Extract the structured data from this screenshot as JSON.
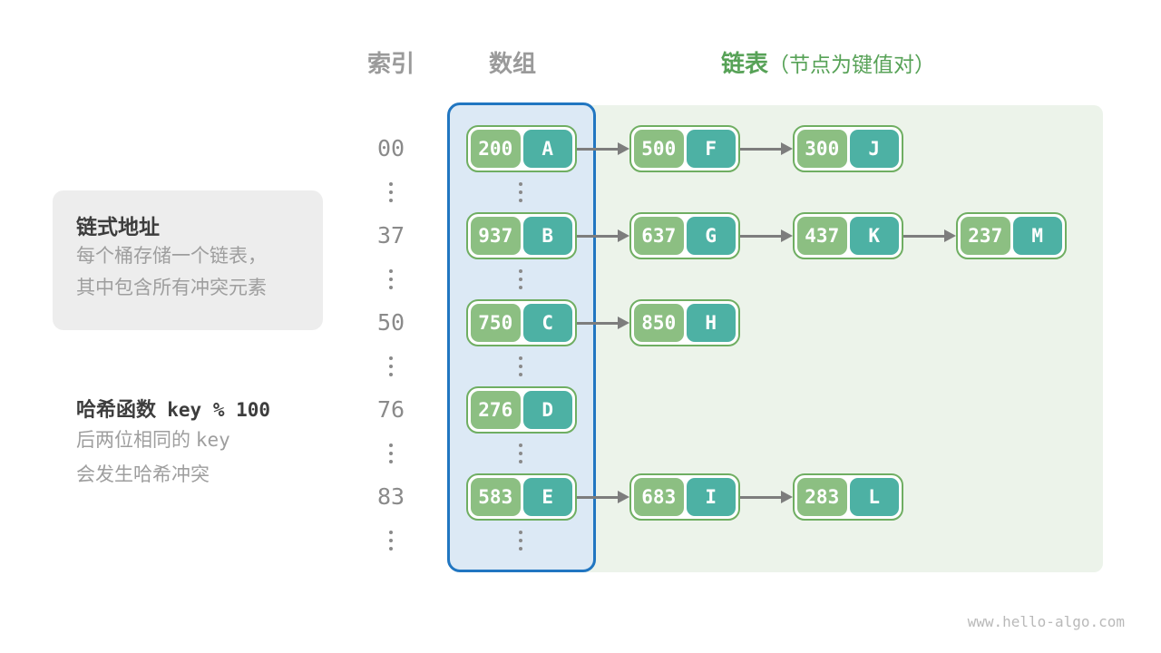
{
  "headers": {
    "index": "索引",
    "array": "数组",
    "list": "链表",
    "list_note": "（节点为键值对）"
  },
  "callout": {
    "title": "链式地址",
    "line1": "每个桶存储一个链表，",
    "line2": "其中包含所有冲突元素"
  },
  "hash_note": {
    "title_label": "哈希函数",
    "title_code": "key % 100",
    "line1_text": "后两位相同的 ",
    "line1_code": "key",
    "line2_text": "会发生哈希冲突"
  },
  "diagram": {
    "rows": [
      {
        "index": "00",
        "nodes": [
          {
            "key": "200",
            "value": "A"
          },
          {
            "key": "500",
            "value": "F"
          },
          {
            "key": "300",
            "value": "J"
          }
        ]
      },
      {
        "index": "37",
        "nodes": [
          {
            "key": "937",
            "value": "B"
          },
          {
            "key": "637",
            "value": "G"
          },
          {
            "key": "437",
            "value": "K"
          },
          {
            "key": "237",
            "value": "M"
          }
        ]
      },
      {
        "index": "50",
        "nodes": [
          {
            "key": "750",
            "value": "C"
          },
          {
            "key": "850",
            "value": "H"
          }
        ]
      },
      {
        "index": "76",
        "nodes": [
          {
            "key": "276",
            "value": "D"
          }
        ]
      },
      {
        "index": "83",
        "nodes": [
          {
            "key": "583",
            "value": "E"
          },
          {
            "key": "683",
            "value": "I"
          },
          {
            "key": "283",
            "value": "L"
          }
        ]
      }
    ]
  },
  "watermark": "www.hello-algo.com",
  "colors": {
    "key-pill": "#8cbf82",
    "value-pill": "#4db1a4",
    "node-border": "#6fae62",
    "array-border": "#2176c1",
    "array-fill": "#dce9f5",
    "list-panel": "#ecf3ea",
    "header-gray": "#9a9a9a",
    "header-green": "#57a257",
    "index-gray": "#8a8a8a",
    "arrow": "#7d7d7d",
    "text-dark": "#3d3d3d",
    "text-gray": "#9e9e9e",
    "callout-bg": "#ededed",
    "watermark": "#b9b9b9"
  }
}
